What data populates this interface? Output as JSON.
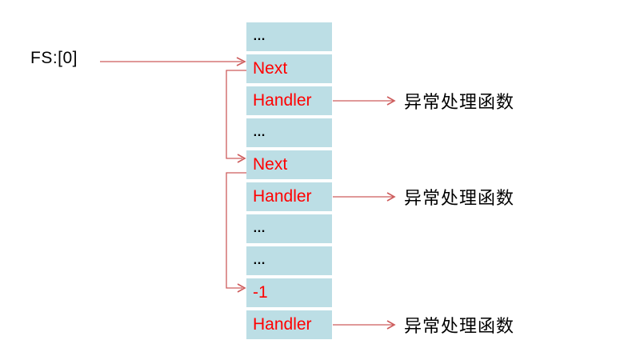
{
  "fs_pointer": {
    "label": "FS:[0]"
  },
  "memory_column": {
    "cells": [
      {
        "label": "…",
        "style": "plain"
      },
      {
        "label": "Next",
        "style": "red"
      },
      {
        "label": "Handler",
        "style": "red"
      },
      {
        "label": "…",
        "style": "plain"
      },
      {
        "label": "Next",
        "style": "red"
      },
      {
        "label": "Handler",
        "style": "red"
      },
      {
        "label": "…",
        "style": "plain"
      },
      {
        "label": "…",
        "style": "plain"
      },
      {
        "label": "-1",
        "style": "red"
      },
      {
        "label": "Handler",
        "style": "red"
      }
    ]
  },
  "handler_labels": [
    {
      "text": "异常处理函数"
    },
    {
      "text": "异常处理函数"
    },
    {
      "text": "异常处理函数"
    }
  ],
  "colors": {
    "cell_bg": "#bcdee5",
    "red_text": "#ff0000",
    "arrow": "#cd5c5c",
    "text": "#000000",
    "canvas_bg": "#ffffff"
  }
}
